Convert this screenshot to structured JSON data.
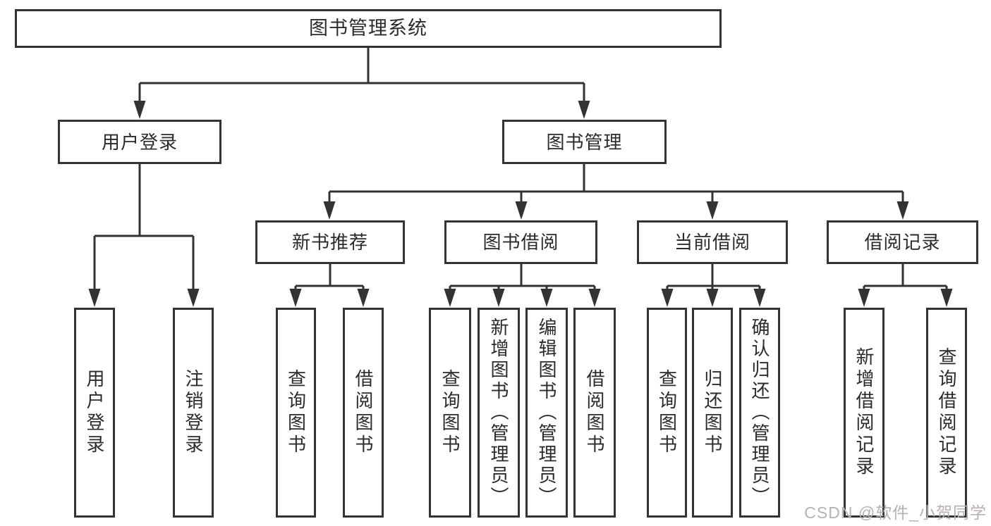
{
  "colors": {
    "line": "#333333",
    "text": "#2b2b2b",
    "background": "#ffffff",
    "watermark": "#b7b1b1"
  },
  "watermark": {
    "text": "CSDN @软件_小贺同学"
  },
  "diagram": {
    "title": "图书管理系统",
    "level2": [
      "用户登录",
      "图书管理"
    ],
    "level3": [
      "新书推荐",
      "图书借阅",
      "当前借阅",
      "借阅记录"
    ],
    "leaf_groups": [
      {
        "parent": "用户登录",
        "items": [
          "用户登录",
          "注销登录"
        ]
      },
      {
        "parent": "新书推荐",
        "items": [
          "查询图书",
          "借阅图书"
        ]
      },
      {
        "parent": "图书借阅",
        "items": [
          "查询图书",
          "新增图书（管理员）",
          "编辑图书（管理员）",
          "借阅图书"
        ]
      },
      {
        "parent": "当前借阅",
        "items": [
          "查询图书",
          "归还图书",
          "确认归还（管理员）"
        ]
      },
      {
        "parent": "借阅记录",
        "items": [
          "新增借阅记录",
          "查询借阅记录"
        ]
      }
    ]
  }
}
